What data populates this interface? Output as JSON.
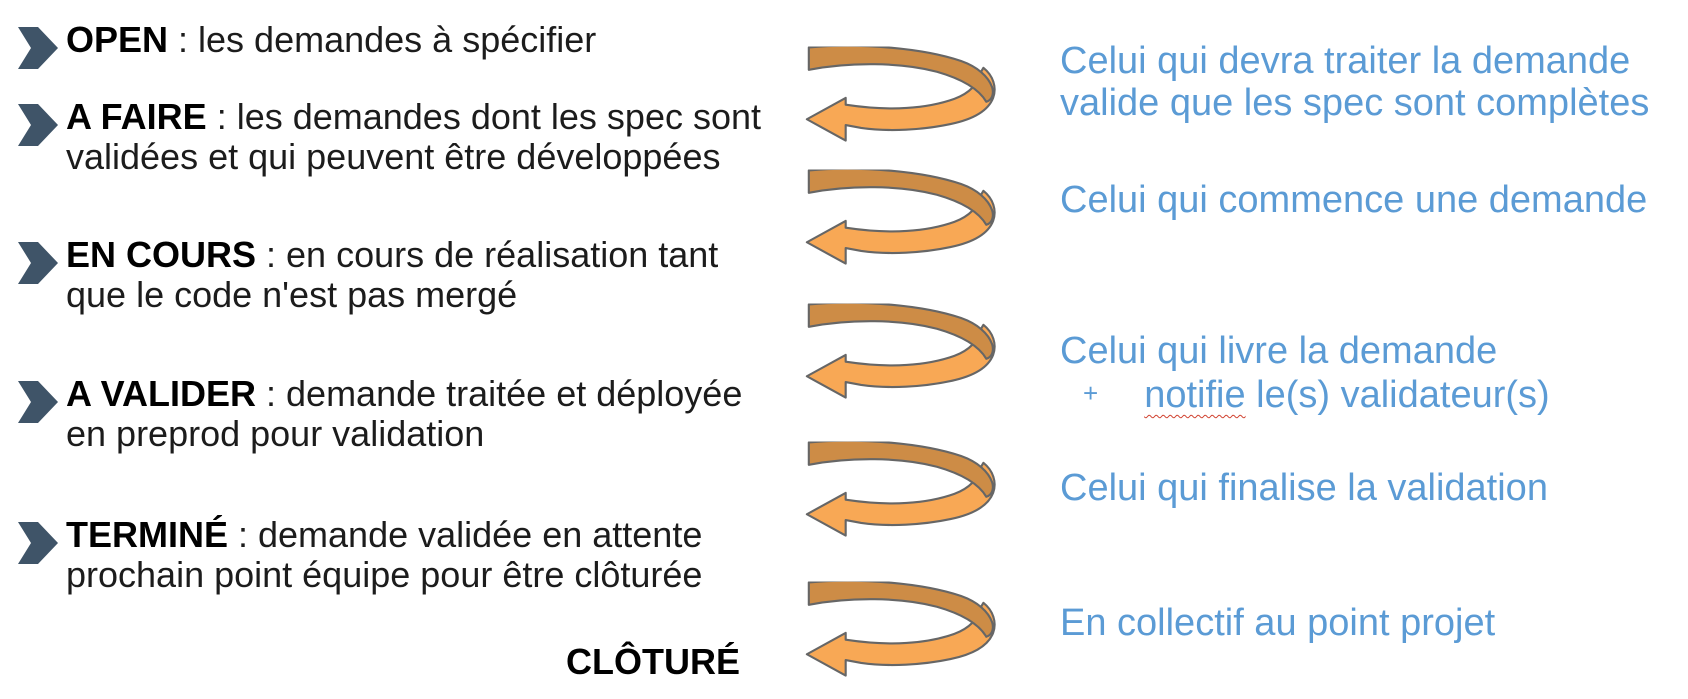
{
  "colors": {
    "note_blue": "#5B9BD5",
    "chevron": "#3F5468",
    "arrow_dark": "#CD8C46",
    "arrow_light": "#F8A855",
    "arrow_outline": "#666666",
    "body_text": "#1c1c1c",
    "squiggle_red": "#d0402e"
  },
  "statuses": [
    {
      "label": "OPEN",
      "desc_line1": " : les demandes à spécifier",
      "desc_line2": ""
    },
    {
      "label": "A FAIRE",
      "desc_line1": " : les demandes dont les spec sont",
      "desc_line2": "validées et qui peuvent être développées"
    },
    {
      "label": "EN COURS",
      "desc_line1": " : en cours de réalisation tant",
      "desc_line2": "que le code n'est pas mergé"
    },
    {
      "label": "A VALIDER",
      "desc_line1": " : demande traitée et déployée",
      "desc_line2": "en preprod pour validation"
    },
    {
      "label": "TERMINÉ",
      "desc_line1": " : demande validée en attente",
      "desc_line2": "prochain point équipe pour être clôturée"
    }
  ],
  "closed_label": "CLÔTURÉ",
  "notes": [
    {
      "lines": [
        "Celui qui devra traiter la demande",
        "valide que les spec sont complètes"
      ]
    },
    {
      "lines": [
        "Celui qui commence une demande"
      ]
    },
    {
      "line1": "Celui qui livre la demande",
      "plus": "+",
      "wavy_word": "notifie",
      "line2_rest": " le(s) validateur(s)"
    },
    {
      "lines": [
        "Celui qui finalise la validation"
      ]
    },
    {
      "lines": [
        "En collectif au point projet"
      ]
    }
  ]
}
